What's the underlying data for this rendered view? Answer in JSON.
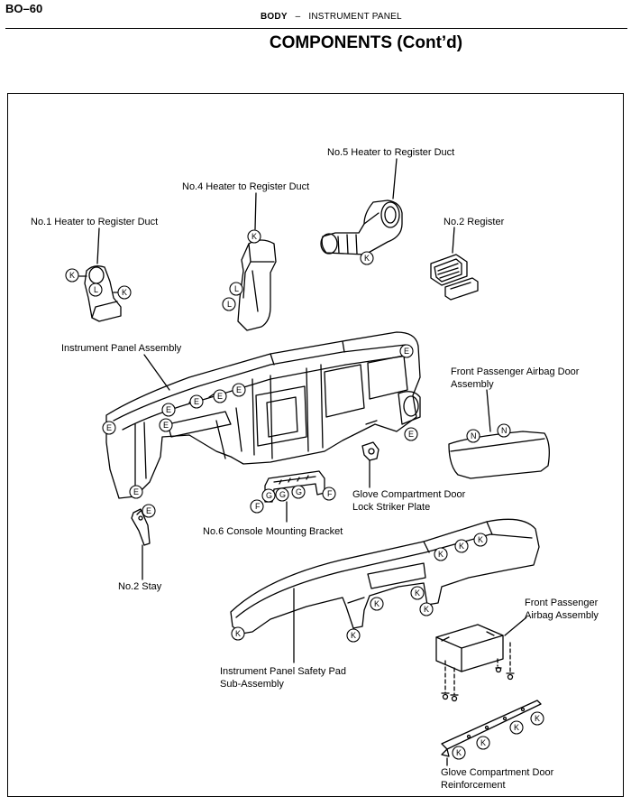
{
  "header": {
    "page_number": "BO–60",
    "section": "BODY",
    "separator": "–",
    "subsection": "INSTRUMENT PANEL",
    "title": "COMPONENTS (Cont’d)"
  },
  "labels": {
    "no5_duct": "No.5 Heater to Register Duct",
    "no4_duct": "No.4 Heater to Register Duct",
    "no1_duct": "No.1 Heater to Register Duct",
    "no2_register": "No.2 Register",
    "instrument_panel": "Instrument Panel Assembly",
    "airbag_door_1": "Front Passenger Airbag Door",
    "airbag_door_2": "Assembly",
    "striker_1": "Glove Compartment Door",
    "striker_2": "Lock Striker Plate",
    "console_bracket": "No.6 Console Mounting Bracket",
    "no2_stay": "No.2 Stay",
    "airbag_assy_1": "Front Passenger",
    "airbag_assy_2": "Airbag Assembly",
    "safety_pad_1": "Instrument Panel Safety Pad",
    "safety_pad_2": "Sub-Assembly",
    "reinforcement_1": "Glove Compartment Door",
    "reinforcement_2": "Reinforcement"
  },
  "clip_codes": {
    "k": "K",
    "l": "L",
    "e": "E",
    "n": "N",
    "f": "F",
    "g": "G"
  }
}
